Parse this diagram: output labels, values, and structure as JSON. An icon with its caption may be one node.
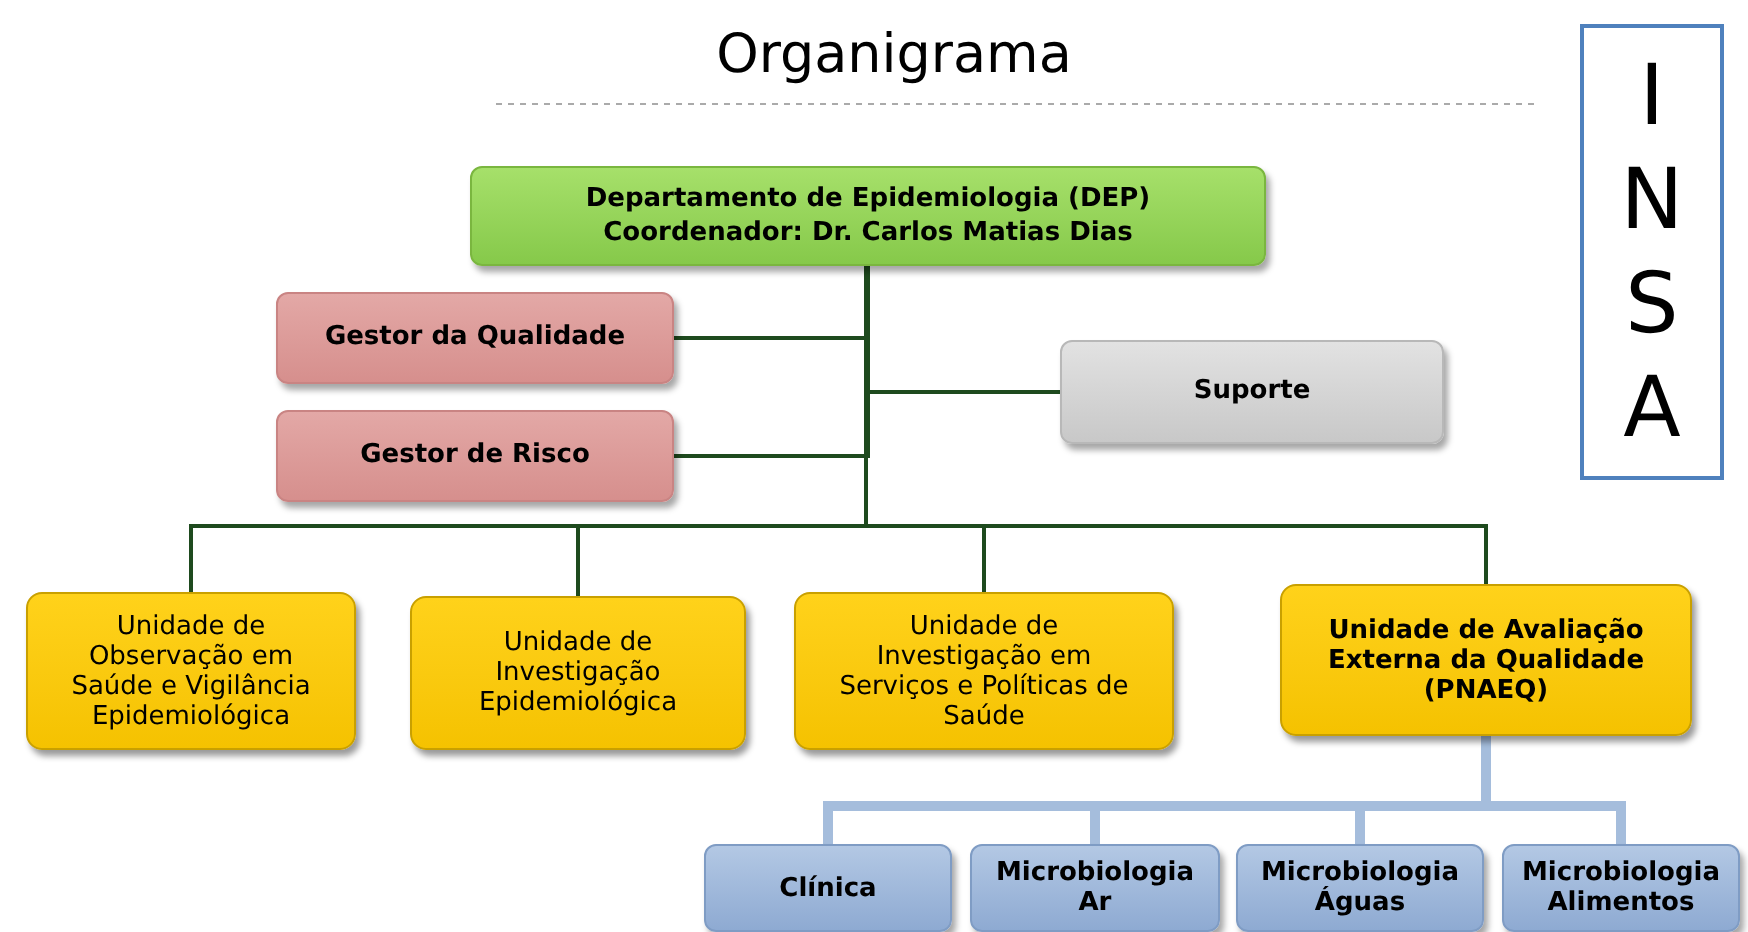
{
  "diagram": {
    "title": "Organigrama",
    "nodes": [
      {
        "text": [
          "Departamento de Epidemiologia (DEP)",
          "Coordenador: Dr. Carlos Matias Dias"
        ]
      },
      {
        "text": [
          "Gestor da Qualidade"
        ]
      },
      {
        "text": [
          "Gestor de Risco"
        ]
      },
      {
        "text": [
          "Suporte"
        ]
      },
      {
        "text": [
          "Unidade de Observação em Saúde e Vigilância Epidemiológica"
        ]
      },
      {
        "text": [
          "Unidade de Investigação Epidemiológica"
        ]
      },
      {
        "text": [
          "Unidade de Investigação em Serviços e Políticas de Saúde"
        ]
      },
      {
        "text": [
          "Unidade de Avaliação Externa da Qualidade (PNAEQ)"
        ]
      },
      {
        "text": [
          "Clínica"
        ]
      },
      {
        "text": [
          "Microbiologia Ar"
        ]
      },
      {
        "text": [
          "Microbiologia Águas"
        ]
      },
      {
        "text": [
          "Microbiologia Alimentos"
        ]
      },
      {
        "text": [
          "INSA"
        ]
      }
    ],
    "edges": [
      {
        "from": 0,
        "to": 1,
        "arrow": "none"
      },
      {
        "from": 0,
        "to": 2,
        "arrow": "none"
      },
      {
        "from": 0,
        "to": 3,
        "arrow": "none"
      },
      {
        "from": 0,
        "to": 4,
        "arrow": "none"
      },
      {
        "from": 0,
        "to": 5,
        "arrow": "none"
      },
      {
        "from": 0,
        "to": 6,
        "arrow": "none"
      },
      {
        "from": 0,
        "to": 7,
        "arrow": "none"
      },
      {
        "from": 7,
        "to": 8,
        "arrow": "none",
        "style": "thick",
        "color": "#a5bddc"
      },
      {
        "from": 7,
        "to": 9,
        "arrow": "none",
        "style": "thick",
        "color": "#a5bddc"
      },
      {
        "from": 7,
        "to": 10,
        "arrow": "none",
        "style": "thick",
        "color": "#a5bddc"
      },
      {
        "from": 7,
        "to": 11,
        "arrow": "none",
        "style": "thick",
        "color": "#a5bddc"
      }
    ]
  }
}
